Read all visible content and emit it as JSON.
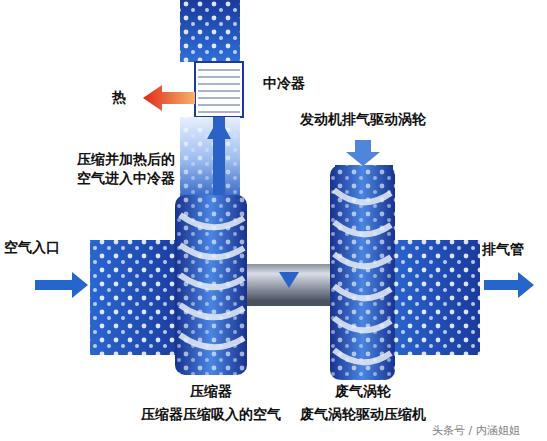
{
  "diagram": {
    "nodes": [
      {
        "text": [
          "中冷器"
        ]
      },
      {
        "text": [
          "压缩器",
          "压缩器压缩吸入的空气"
        ]
      },
      {
        "text": [
          "废气涡轮",
          "废气涡轮驱动压缩机"
        ]
      }
    ],
    "edges": [
      {
        "from": 1,
        "to": 0,
        "arrow": "to"
      },
      {
        "from": 2,
        "to": 1,
        "arrow": "none"
      }
    ],
    "labels": [
      "热",
      "发动机排气驱动涡轮",
      "压缩并加热后的 空气进入中冷器",
      "空气入口",
      "排气管",
      "头条号 / 内涵姐姐"
    ]
  }
}
